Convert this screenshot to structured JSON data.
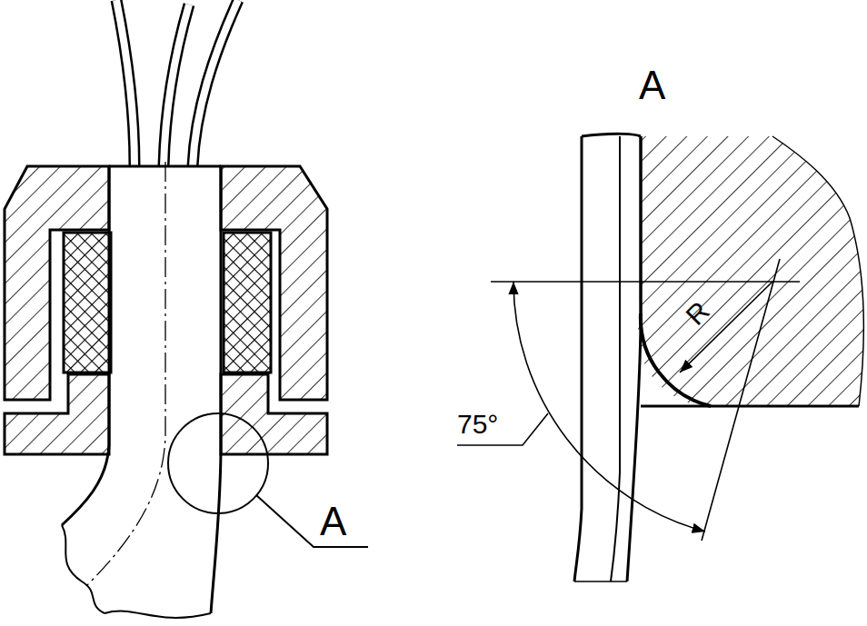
{
  "diagram": {
    "labels": [
      "A",
      "A",
      "R",
      "75°"
    ]
  }
}
